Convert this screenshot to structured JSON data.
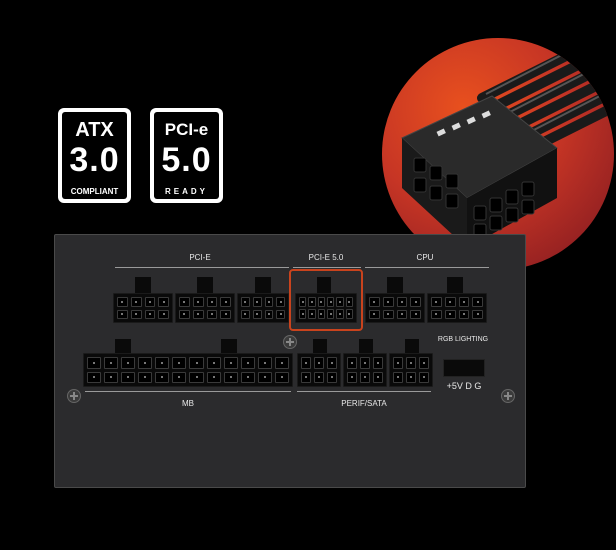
{
  "badges": {
    "atx": {
      "top": "ATX",
      "big": "3.0",
      "foot": "COMPLIANT"
    },
    "pcie": {
      "top": "PCI-e",
      "big": "5.0",
      "foot": "READY"
    }
  },
  "psu": {
    "label_pcie": "PCI-E",
    "label_pcie5": "PCI-E 5.0",
    "label_cpu": "CPU",
    "label_mb": "MB",
    "label_perif": "PERIF/SATA",
    "label_rgb": "RGB LIGHTING",
    "rgb_pins": "+5V D  G"
  },
  "colors": {
    "highlight": "#c9431d",
    "glow": "#c63525"
  }
}
